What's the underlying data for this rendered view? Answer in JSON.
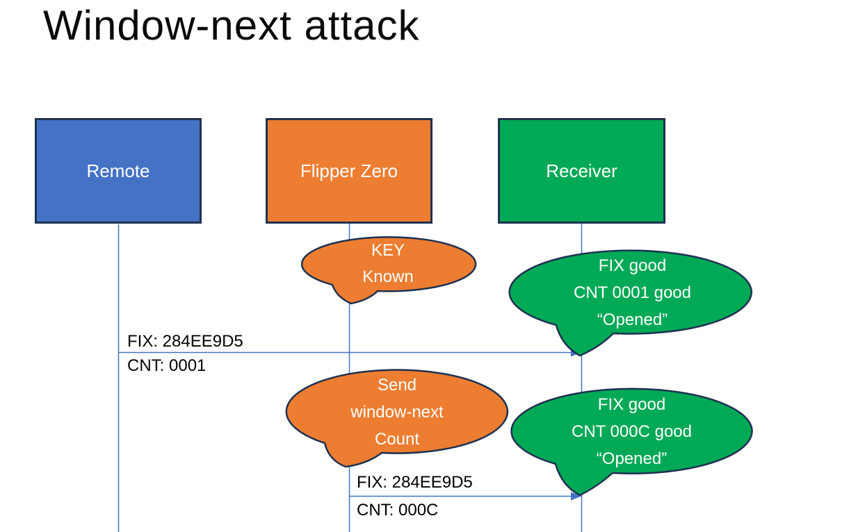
{
  "title": "Window-next attack",
  "colors": {
    "remote_fill": "#4472C4",
    "flipper_fill": "#ED7D31",
    "receiver_fill": "#00A956",
    "shape_outline": "#1E3150",
    "connector_blue": "#4472C4",
    "label_text": "#000000",
    "text_on_fill": "#FFFFFF"
  },
  "actors": [
    {
      "label": "Remote"
    },
    {
      "label": "Flipper Zero"
    },
    {
      "label": "Receiver"
    }
  ],
  "callouts": [
    {
      "lines": [
        "KEY",
        "Known"
      ]
    },
    {
      "lines": [
        "FIX good",
        "CNT 0001 good",
        "“Opened”"
      ]
    },
    {
      "lines": [
        "Send",
        "window-next",
        "Count"
      ]
    },
    {
      "lines": [
        "FIX good",
        "CNT 000C good",
        "“Opened”"
      ]
    }
  ],
  "messages": [
    {
      "label_top": "FIX: 284EE9D5",
      "label_bottom": "CNT: 0001"
    },
    {
      "label_top": "FIX: 284EE9D5",
      "label_bottom": "CNT: 000C"
    }
  ]
}
